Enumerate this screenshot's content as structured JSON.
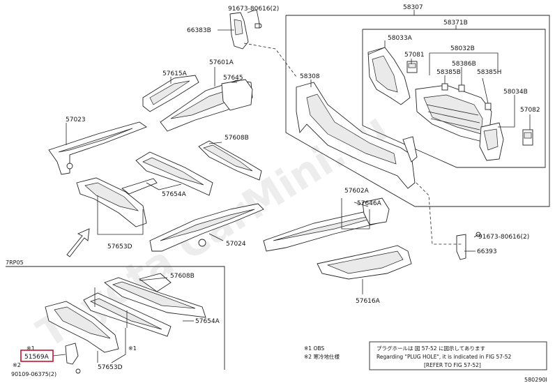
{
  "watermark": "Toyota CarMini.ru",
  "labels": {
    "p91673_top": "91673-80616(2)",
    "p66383B": "66383B",
    "p58307": "58307",
    "p58371B": "58371B",
    "p58033A": "58033A",
    "p57081": "57081",
    "p58032B": "58032B",
    "p58386B": "58386B",
    "p58385B": "58385B",
    "p58385H": "58385H",
    "p58308": "58308",
    "p58034B": "58034B",
    "p57082": "57082",
    "p57615A": "57615A",
    "p57601A": "57601A",
    "p57645": "57645",
    "p57023": "57023",
    "p57608B_top": "57608B",
    "p57654A_top": "57654A",
    "p57653D_top": "57653D",
    "p57024": "57024",
    "p57602A": "57602A",
    "p57646A": "57646A",
    "p91673_bot": "91673-80616(2)",
    "p66393": "66393",
    "p57616A": "57616A",
    "section_code": "7RP05",
    "p57608B_bot": "57608B",
    "p57654A_bot": "57654A",
    "p57653D_bot": "57653D",
    "p51569A": "51569A",
    "p90109": "90109-06375(2)",
    "mark1_a": "※1",
    "mark1_b": "※1",
    "mark2": "※2",
    "diagram_id": "580290I"
  },
  "notes": {
    "note1": "※1 OBS",
    "note2": "※2 寒冷地仕様"
  },
  "hole_box": {
    "line1": "プラグホールは 図 57-52 に図示してあります",
    "line2": "Regarding \"PLUG HOLE\", it is indicated in FIG 57-52",
    "line3": "[REFER TO FIG 57-52]"
  },
  "colors": {
    "highlight": "#c8102e",
    "line": "#222222"
  }
}
